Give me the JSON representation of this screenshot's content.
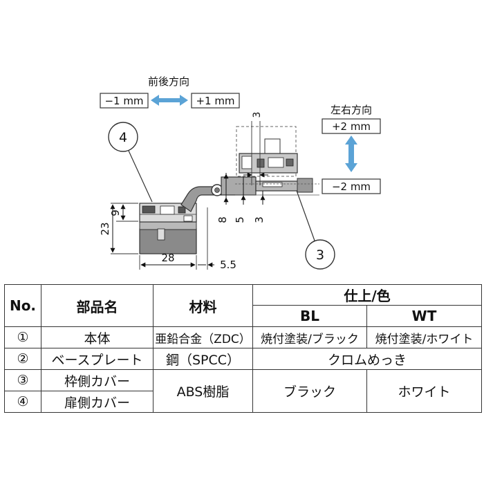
{
  "diagram": {
    "front_back": {
      "title": "前後方向",
      "minus": "−1 mm",
      "plus": "+1 mm"
    },
    "left_right": {
      "title": "左右方向",
      "plus": "+2 mm",
      "minus": "−2 mm"
    },
    "callouts": {
      "four": "4",
      "three": "3"
    },
    "dims": {
      "top_3": "3",
      "d9": "9",
      "d23": "23",
      "d8": "8",
      "d5": "5",
      "d3_bottom": "3",
      "d28": "28",
      "d55": "5.5"
    },
    "colors": {
      "arrow": "#5ba3d6",
      "part_gray": "#8a8a8a",
      "light_gray": "#c8c8c8"
    }
  },
  "table": {
    "headers": {
      "no": "No.",
      "part": "部品名",
      "material": "材料",
      "finish": "仕上/色",
      "bl": "BL",
      "wt": "WT"
    },
    "rows": [
      {
        "no": "①",
        "part": "本体",
        "material": "亜鉛合金（ZDC）",
        "bl": "焼付塗装/ブラック",
        "wt": "焼付塗装/ホワイト"
      },
      {
        "no": "②",
        "part": "ベースプレート",
        "material": "鋼（SPCC）",
        "finish": "クロムめっき"
      },
      {
        "no": "③",
        "part": "枠側カバー"
      },
      {
        "no": "④",
        "part": "扉側カバー"
      }
    ],
    "merged": {
      "material": "ABS樹脂",
      "bl": "ブラック",
      "wt": "ホワイト"
    }
  }
}
